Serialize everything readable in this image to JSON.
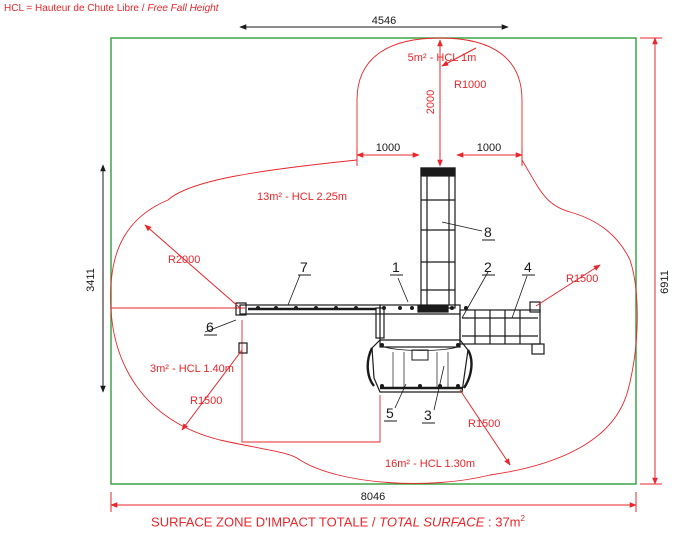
{
  "legend": {
    "abbr": "HCL = Hauteur de Chute Libre",
    "separator": " / ",
    "english": "Free Fall Height"
  },
  "dimensions": {
    "top_width": "4546",
    "bottom_width": "8046",
    "right_height": "6911",
    "left_height": "3411",
    "top_lobe_height": "2000",
    "offset_left": "1000",
    "offset_right": "1000"
  },
  "radii": {
    "top": "R1000",
    "left": "R2000",
    "right": "R1500",
    "bottom_left": "R1500",
    "bottom_center": "R1500"
  },
  "zones": {
    "top": "5m² - HCL 1m",
    "upper": "13m² - HCL 2.25m",
    "left": "3m² - HCL 1.40m",
    "bottom": "16m² - HCL 1.30m"
  },
  "parts": [
    "1",
    "2",
    "3",
    "4",
    "5",
    "6",
    "7",
    "8"
  ],
  "caption": {
    "text": "SURFACE ZONE D'IMPACT TOTALE / ",
    "italic": "TOTAL SURFACE",
    "value": " : 37m",
    "sup": "2"
  },
  "colors": {
    "dimension_red": "#e8262b",
    "boundary_green": "#2f9e3a",
    "equipment": "#1a1a1a"
  }
}
